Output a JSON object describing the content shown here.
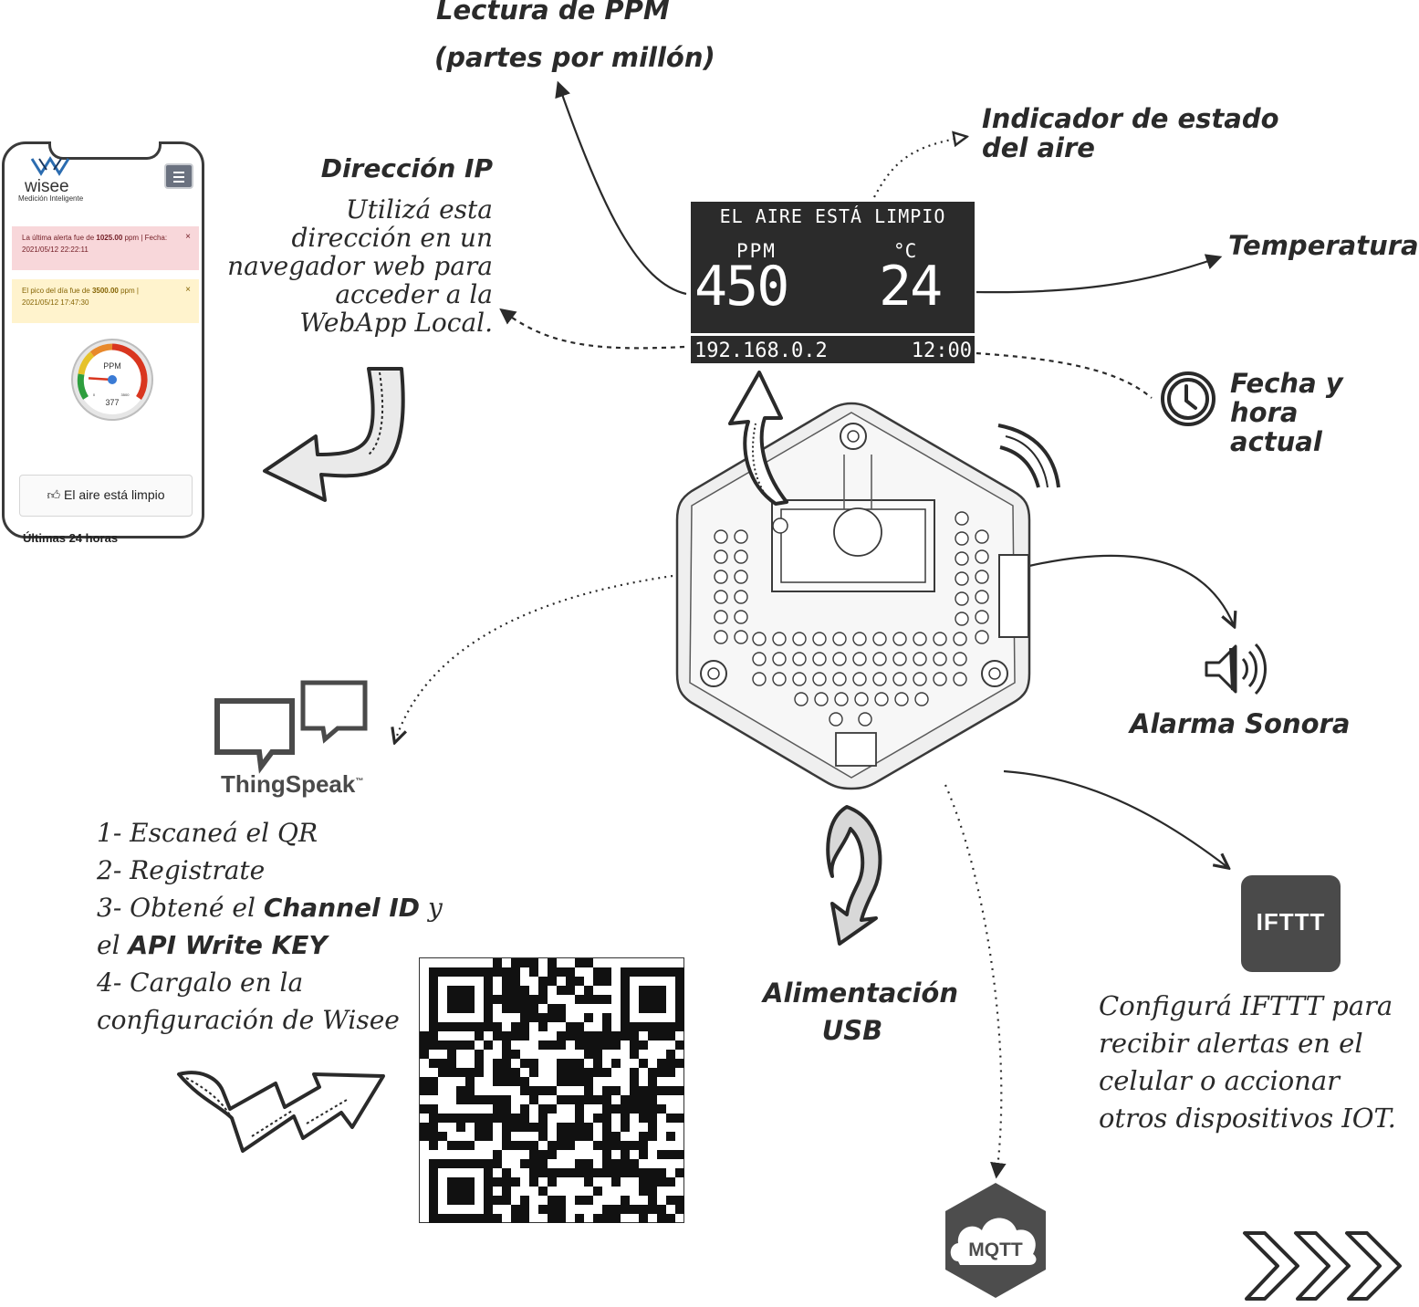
{
  "labels": {
    "ppm_line1": "Lectura de PPM",
    "ppm_line2": "(partes por millón)",
    "indicator_line1": "Indicador de estado",
    "indicator_line2": "del aire",
    "ip_title": "Dirección IP",
    "ip_desc_1": "Utilizá esta",
    "ip_desc_2": "dirección en un",
    "ip_desc_3": "navegador web para",
    "ip_desc_4": "acceder a la",
    "ip_desc_5": "WebApp Local.",
    "temperature": "Temperatura",
    "datetime_line1": "Fecha y hora",
    "datetime_line2": "actual",
    "alarm": "Alarma Sonora",
    "usb_line1": "Alimentación",
    "usb_line2": "USB",
    "ifttt_desc_1": "Configurá IFTTT para",
    "ifttt_desc_2": "recibir alertas en el",
    "ifttt_desc_3": "celular o accionar",
    "ifttt_desc_4": "otros dispositivos IOT."
  },
  "display": {
    "status": "EL AIRE ESTÁ LIMPIO",
    "ppm_label": "PPM",
    "ppm_value": "450",
    "temp_label": "°C",
    "temp_value": "24",
    "ip": "192.168.0.2",
    "time": "12:00"
  },
  "phone": {
    "brand": "wisee",
    "tagline": "Medición Inteligente",
    "alert_last_prefix": "La última alerta fue de ",
    "alert_last_value": "1025.00",
    "alert_last_suffix": " ppm | Fecha: 2021/05/12 22:22:11",
    "alert_peak_prefix": "El pico del día fue de ",
    "alert_peak_value": "3500.00",
    "alert_peak_suffix": " ppm | 2021/05/12 17:47:30",
    "close": "×",
    "gauge_label": "PPM",
    "gauge_min": "0",
    "gauge_max": "3500",
    "gauge_value": 377,
    "gauge_value_text": "377",
    "status_button": "El aire está limpio",
    "cut_heading": "Últimas 24 horas"
  },
  "thingspeak": {
    "logo": "ThingSpeak",
    "tm": "™",
    "step1": "1- Escaneá el QR",
    "step2": "2- Registrate",
    "step3_a": "3- Obtené el ",
    "step3_b": "Channel ID",
    "step3_c": " y",
    "step4_a": "el ",
    "step4_b": "API Write KEY",
    "step5": "4- Cargalo en la",
    "step6": "configuración de Wisee"
  },
  "logos": {
    "ifttt": "IFTTT",
    "mqtt": "MQTT"
  },
  "icons": [
    "clock-icon",
    "speaker-icon",
    "wifi-waves-icon",
    "chat-bubbles-icon",
    "cloud-icon",
    "menu-icon",
    "thumbs-up-icon",
    "qr-code"
  ],
  "colors": {
    "display_bg": "#2b2b2b",
    "ifttt_bg": "#4a4a4a",
    "mqtt_bg": "#4d4d4d",
    "alert_red": "#f8d7da",
    "alert_yellow": "#fff3cd"
  }
}
